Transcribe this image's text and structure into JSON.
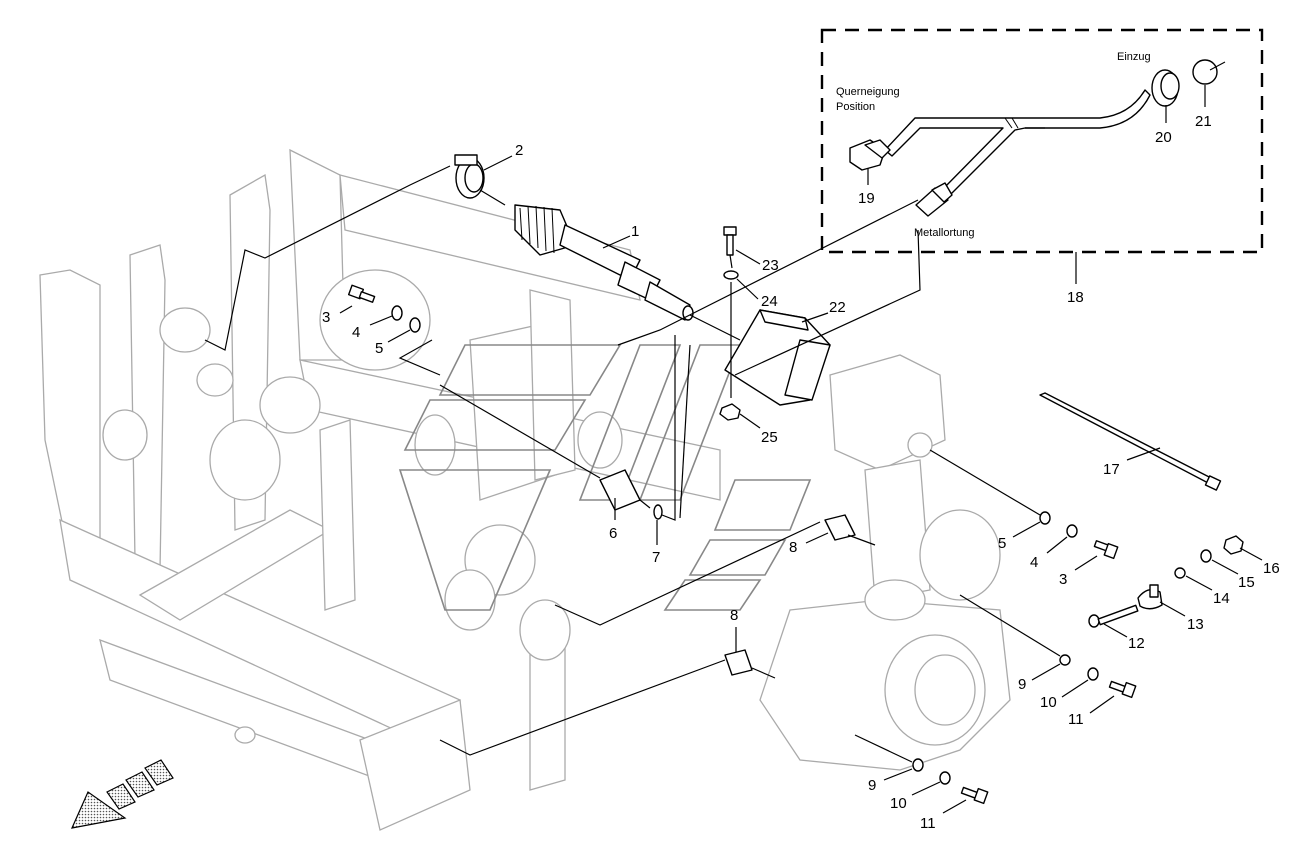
{
  "callouts": {
    "c1": "1",
    "c2": "2",
    "c3a": "3",
    "c4a": "4",
    "c5a": "5",
    "c6": "6",
    "c7": "7",
    "c8a": "8",
    "c8b": "8",
    "c3b": "3",
    "c4b": "4",
    "c5b": "5",
    "c9a": "9",
    "c10a": "10",
    "c11a": "11",
    "c9b": "9",
    "c10b": "10",
    "c11b": "11",
    "c12": "12",
    "c13": "13",
    "c14": "14",
    "c15": "15",
    "c16": "16",
    "c17": "17",
    "c18": "18",
    "c19": "19",
    "c20": "20",
    "c21": "21",
    "c22": "22",
    "c23": "23",
    "c24": "24",
    "c25": "25"
  },
  "labels": {
    "einzug": "Einzug",
    "querneigung_line1": "Querneigung",
    "querneigung_line2": "Position",
    "metallortung": "Metallortung"
  },
  "colors": {
    "line": "#000000",
    "frame": "#aaaaaa",
    "watermark": "#888888",
    "arrow_fill": "#bfbfbf"
  },
  "icons": {
    "direction_arrow": "direction-arrow-icon"
  }
}
